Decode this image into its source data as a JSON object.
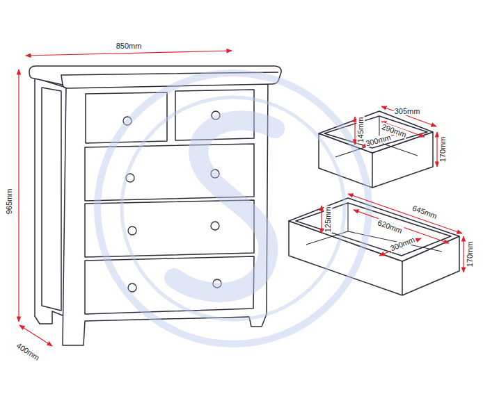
{
  "diagram": {
    "labels": [
      "850mm",
      "965mm",
      "400mm",
      "305mm",
      "145mm",
      "290mm",
      "300mm",
      "170mm",
      "645mm",
      "125mm",
      "620mm",
      "300mm",
      "170mm"
    ]
  }
}
